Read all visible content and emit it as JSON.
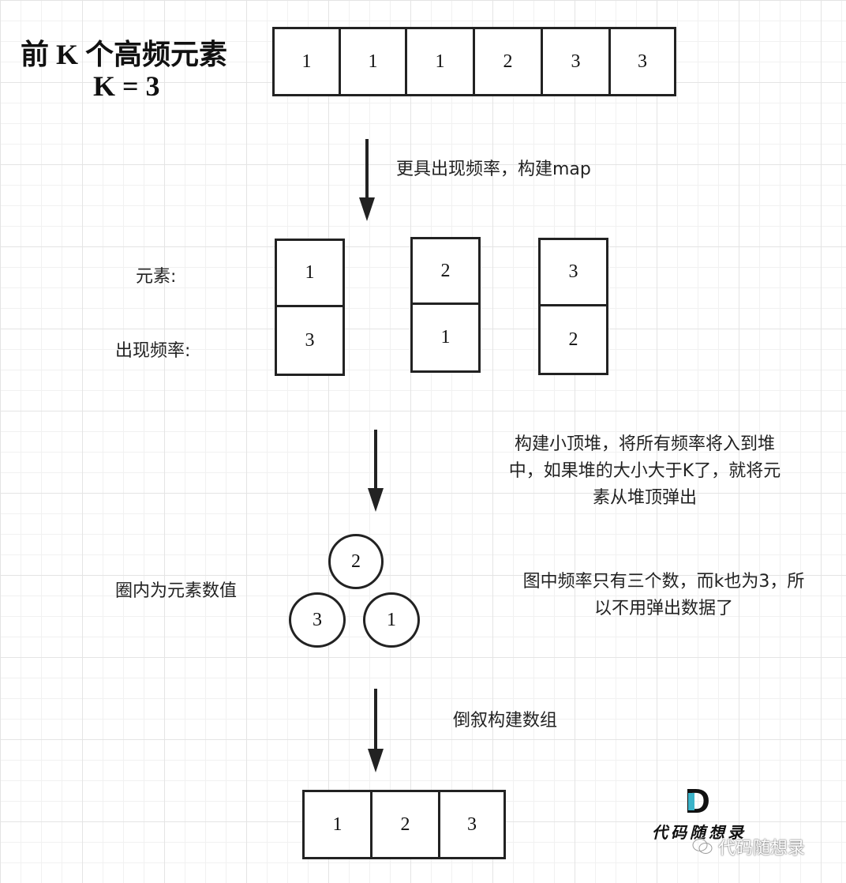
{
  "title": {
    "line1": "前 K 个高频元素",
    "line2": "K = 3"
  },
  "input_array": [
    "1",
    "1",
    "1",
    "2",
    "3",
    "3"
  ],
  "step1_note": "更具出现频率，构建map",
  "map_labels": {
    "element": "元素:",
    "frequency": "出现频率:"
  },
  "map_entries": [
    {
      "element": "1",
      "frequency": "3"
    },
    {
      "element": "2",
      "frequency": "1"
    },
    {
      "element": "3",
      "frequency": "2"
    }
  ],
  "step2_note": [
    "构建小顶堆，将所有频率将入到堆",
    "中，如果堆的大小大于K了，就将元",
    "素从堆顶弹出"
  ],
  "heap_label": "圈内为元素数值",
  "heap_nodes": {
    "root": "2",
    "left": "3",
    "right": "1"
  },
  "heap_note": [
    "图中频率只有三个数，而k也为3，所",
    "以不用弹出数据了"
  ],
  "step3_note": "倒叙构建数组",
  "output_array": [
    "1",
    "2",
    "3"
  ],
  "watermark": {
    "logo_letter": "D",
    "logo_text": "代码随想录",
    "account": "代码随想录",
    "account_icon": "wechat-icon"
  }
}
